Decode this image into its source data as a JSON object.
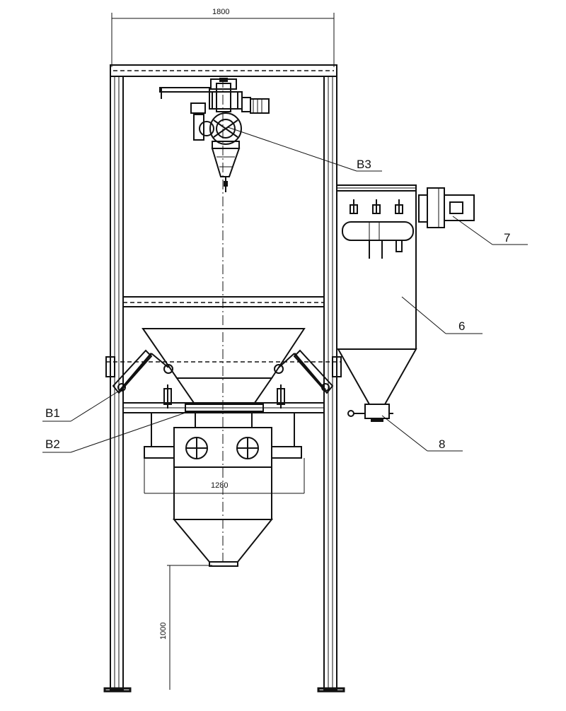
{
  "dimensions": {
    "top_width": "1800",
    "hopper_width": "1280",
    "discharge_height": "1000"
  },
  "callouts": {
    "b1": "B1",
    "b2": "B2",
    "b3": "B3",
    "c6": "6",
    "c7": "7",
    "c8": "8"
  },
  "colors": {
    "line": "#111111",
    "background": "#ffffff"
  }
}
